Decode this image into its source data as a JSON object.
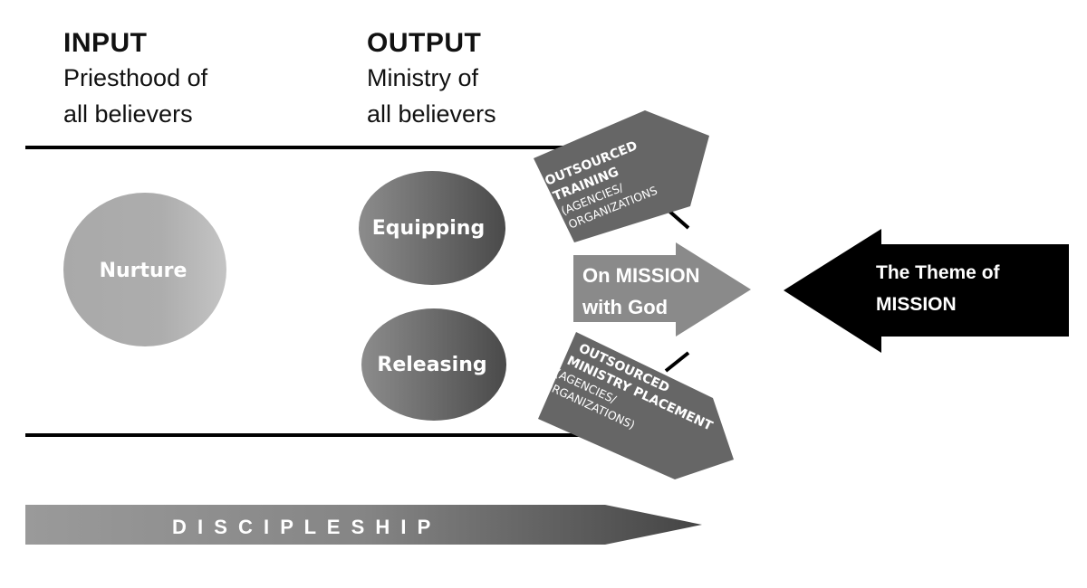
{
  "input": {
    "title": "INPUT",
    "line1": "Priesthood of",
    "line2": "all believers"
  },
  "output": {
    "title": "OUTPUT",
    "line1": "Ministry of",
    "line2": "all believers"
  },
  "nodes": {
    "nurture": "Nurture",
    "equipping": "Equipping",
    "releasing": "Releasing"
  },
  "outsourced_training": {
    "line1": "OUTSOURCED",
    "line2": "TRAINING",
    "line3": "(AGENCIES/",
    "line4": "ORGANIZATIONS"
  },
  "outsourced_placement": {
    "line1": "OUTSOURCED",
    "line2": "MINISTRY PLACEMENT",
    "line3": "(AGENCIES/",
    "line4": "ORGANIZATIONS)"
  },
  "mission_arrow": {
    "line1": "On MISSION",
    "line2": "with God"
  },
  "theme_arrow": {
    "line1": "The Theme of",
    "line2": "MISSION"
  },
  "discipleship": {
    "label": "D I S C I P L E S H I P"
  },
  "colors": {
    "background": "#ffffff",
    "line": "#000000",
    "pentagon": "#666666",
    "mission_arrow": "#8a8a8a",
    "theme_arrow": "#000000",
    "text_light": "#ffffff",
    "text_dark": "#111111"
  }
}
